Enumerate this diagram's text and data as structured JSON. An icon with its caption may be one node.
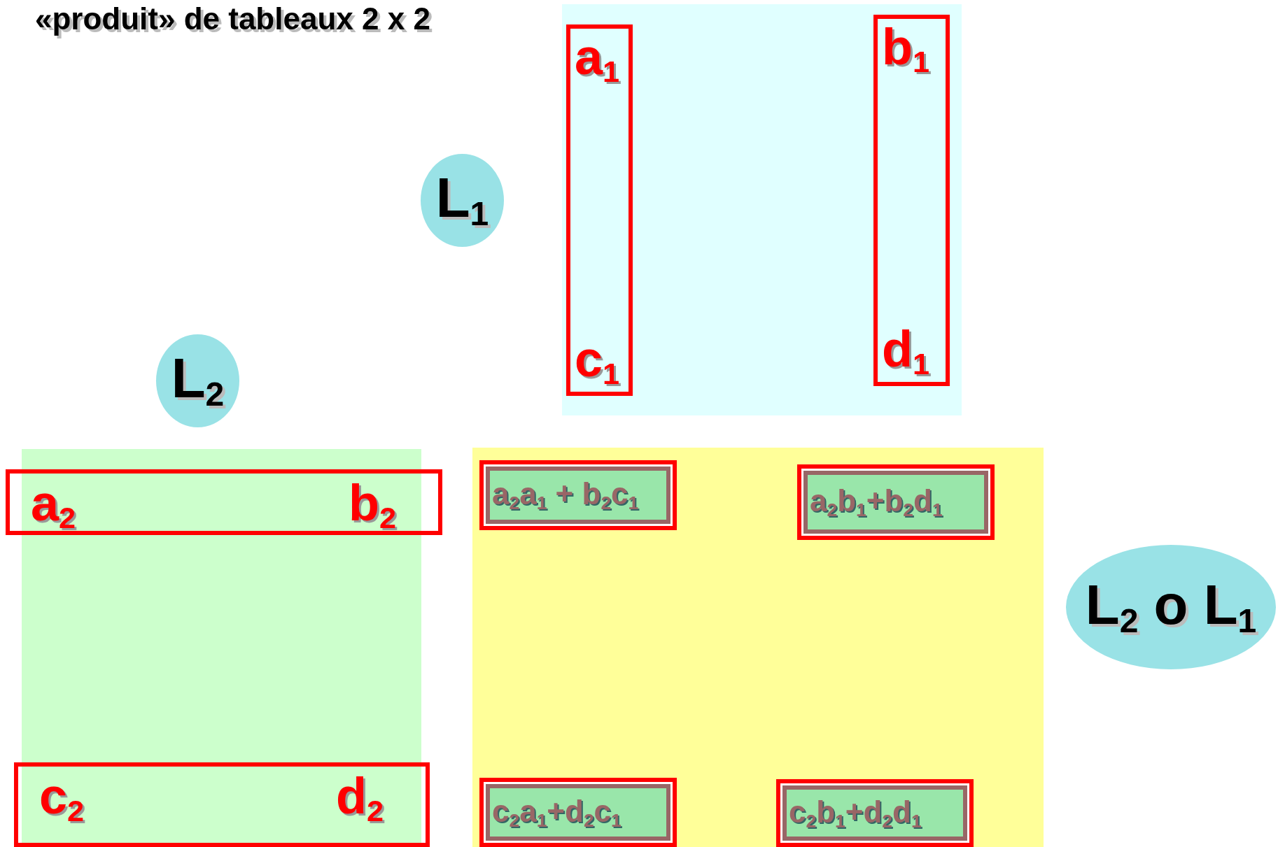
{
  "diagram": {
    "title": "«produit» de tableaux 2 x 2",
    "nodes": [
      {
        "text": [
          "a$_{1}$",
          "c$_{1}$"
        ]
      },
      {
        "text": [
          "b$_{1}$",
          "d$_{1}$"
        ]
      },
      {
        "text": [
          "L$_{1}$"
        ]
      },
      {
        "text": [
          "L$_{2}$"
        ]
      },
      {
        "text": [
          "a$_{2}$",
          "b$_{2}$"
        ]
      },
      {
        "text": [
          "a$_{2}$a$_{1}$ + b$_{2}$c$_{1}$"
        ]
      },
      {
        "text": [
          "a$_{2}$b$_{1}$+b$_{2}$d$_{1}$"
        ]
      },
      {
        "text": [
          "L$_{2}$ o L$_{1}$"
        ]
      },
      {
        "text": [
          "c$_{2}$",
          "d$_{2}$"
        ]
      },
      {
        "text": [
          "c$_{2}$a$_{1}$+d$_{2}$c$_{1}$"
        ]
      },
      {
        "text": [
          "c$_{2}$b$_{1}$+d$_{2}$d$_{1}$"
        ]
      }
    ]
  }
}
